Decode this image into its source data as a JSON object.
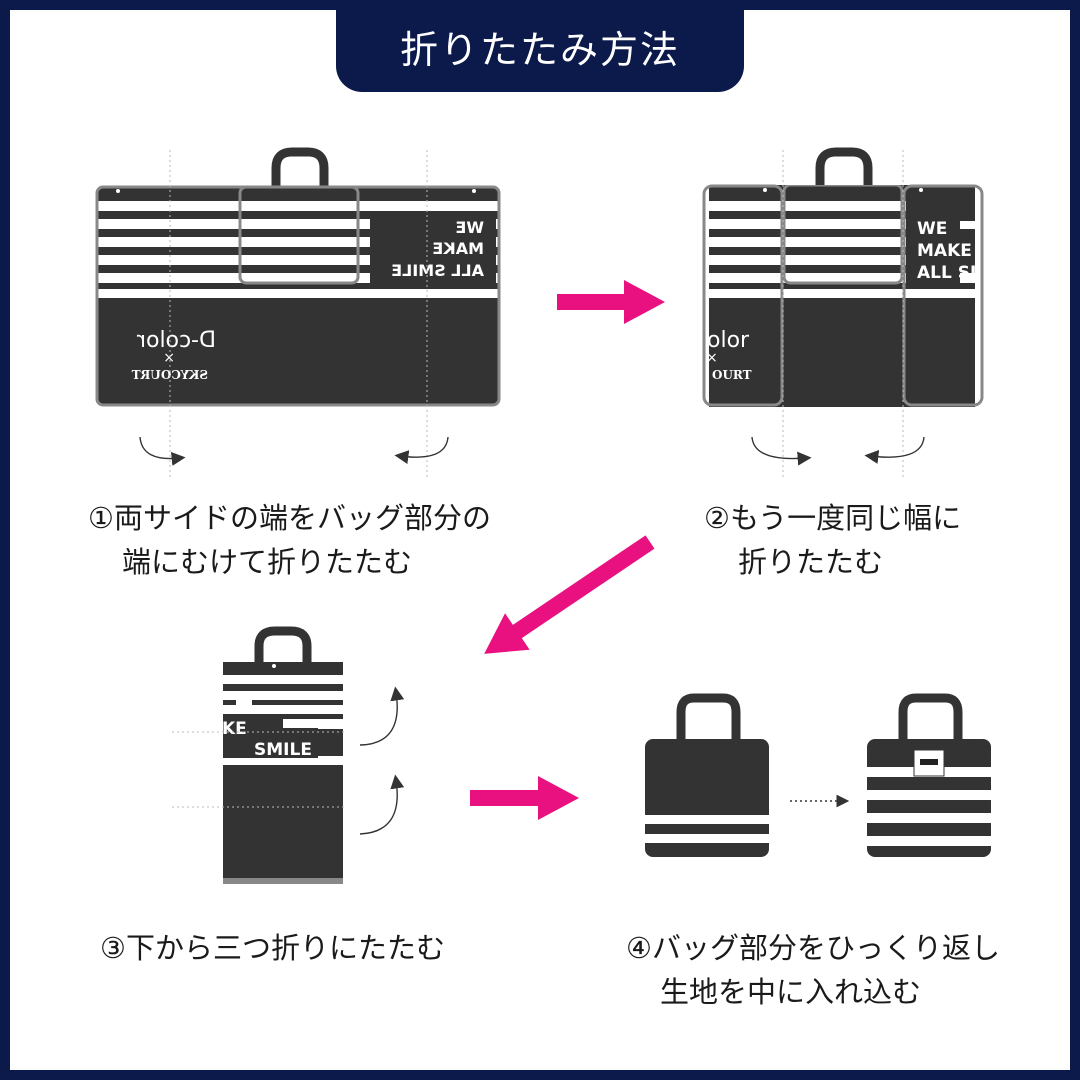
{
  "title": "折りたたみ方法",
  "colors": {
    "navy": "#0b1a4a",
    "bag_dark": "#333333",
    "stripe": "#ffffff",
    "arrow_magenta": "#e8117f",
    "outline": "#888888"
  },
  "artwork_text": {
    "slogan_mirrored": [
      "WE",
      "MAKE",
      "ALL SMILE"
    ],
    "slogan_partial": [
      "WE",
      "MAKE",
      "ALL SI"
    ],
    "brand_mirrored": "D-color",
    "brand_x": "×",
    "brand_sub": "SKYCOURT",
    "brand_partial": "olor",
    "brand_sub_partial": "OURT",
    "slogan_step3": [
      "KE",
      "SMILE"
    ]
  },
  "steps": [
    {
      "number": "①",
      "line1": "両サイドの端をバッグ部分の",
      "line2": "端にむけて折りたたむ"
    },
    {
      "number": "②",
      "line1": "もう一度同じ幅に",
      "line2": "折りたたむ"
    },
    {
      "number": "③",
      "line1": "下から三つ折りにたたむ",
      "line2": ""
    },
    {
      "number": "④",
      "line1": "バッグ部分をひっくり返し",
      "line2": "生地を中に入れ込む"
    }
  ]
}
